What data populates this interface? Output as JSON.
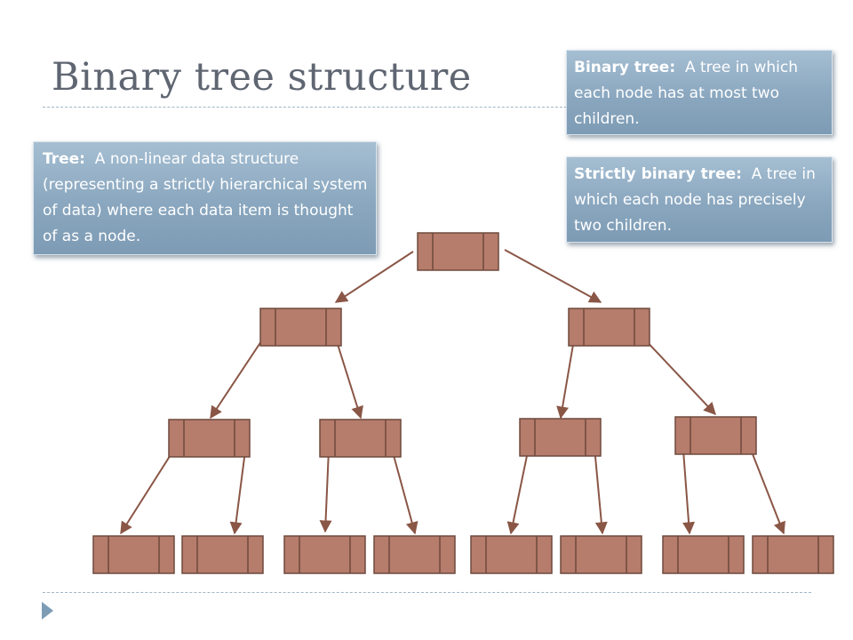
{
  "slide": {
    "title": "Binary tree structure"
  },
  "callouts": {
    "tree": {
      "term": "Tree:",
      "definition": "A non-linear data structure (representing a strictly hierarchical system of data) where each data item is thought of as a node."
    },
    "binary_tree": {
      "term": "Binary tree:",
      "definition": "A tree in which each node has at most two children."
    },
    "strictly_binary_tree": {
      "term": "Strictly binary tree:",
      "definition": "A tree in which each node has precisely two children."
    }
  },
  "colors": {
    "title": "#5f6672",
    "node_fill": "#b67c6c",
    "node_stroke": "#6e4a3d",
    "edge": "#8a5646",
    "callout_fill": "#8aa7bf",
    "callout_text": "#ffffff",
    "rule": "#9fb6c6"
  },
  "diagram": {
    "levels": 4,
    "node_count": 15
  }
}
